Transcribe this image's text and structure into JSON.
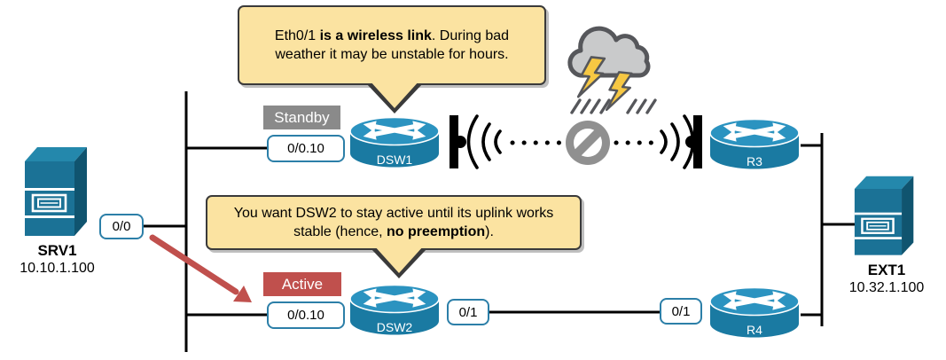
{
  "callouts": {
    "wireless": {
      "pre": "Eth0/1 ",
      "bold": "is a wireless link",
      "post": ". During bad weather it may be unstable for hours."
    },
    "preempt": {
      "pre": "You want DSW2 to stay active until its uplink works stable (hence, ",
      "bold": "no preemption",
      "post": ")."
    }
  },
  "badges": {
    "dsw1_role": "Standby",
    "dsw2_role": "Active"
  },
  "interfaces": {
    "srv1_nic": "0/0",
    "dsw1_lan": "0/0.10",
    "dsw2_lan": "0/0.10",
    "dsw2_uplink": "0/1",
    "r4_downlink": "0/1"
  },
  "devices": {
    "srv1": {
      "name": "SRV1",
      "ip": "10.10.1.100"
    },
    "ext1": {
      "name": "EXT1",
      "ip": "10.32.1.100"
    },
    "dsw1": {
      "name": "DSW1"
    },
    "dsw2": {
      "name": "DSW2"
    },
    "r3": {
      "name": "R3"
    },
    "r4": {
      "name": "R4"
    }
  },
  "icons": {
    "storm": "storm-cloud-lightning-icon",
    "blocked_link": "no-entry-icon",
    "antennas": "antenna-icon",
    "radio_waves": "radio-waves-icon",
    "failover_arrow": "red-arrow-icon"
  },
  "colors": {
    "device_blue": "#1A7AA2",
    "device_blue_light": "#2B93C0",
    "server_front": "#1B7296",
    "badge_gray": "#8A8A8A",
    "badge_red": "#C0504D",
    "bubble_yellow": "#FBE3A1",
    "bubble_border": "#3A3A3A",
    "arrow_red": "#C0504D",
    "cloud_gray": "#C9CACB",
    "outline_gray": "#56575B",
    "lightning_yellow": "#F7C843",
    "no_entry_gray": "#909090",
    "ifbox_border": "#2C7FA8",
    "link_black": "#000000"
  }
}
